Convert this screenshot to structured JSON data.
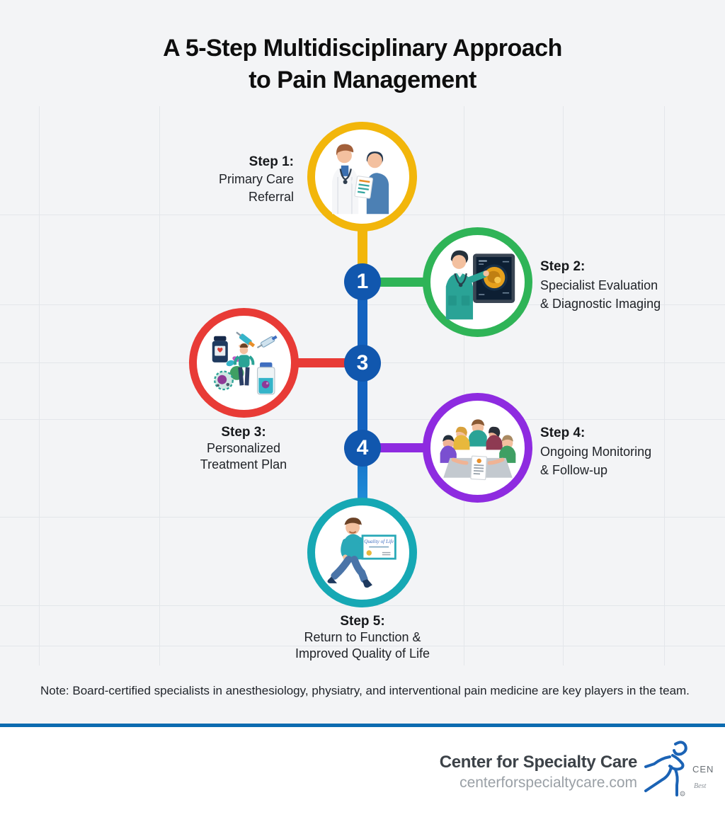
{
  "title": {
    "line1": "A 5-Step Multidisciplinary Approach",
    "line2": "to Pain Management"
  },
  "steps": [
    {
      "num": "1",
      "label": "Step 1:",
      "desc1": "Primary Care",
      "desc2": "Referral",
      "color": "#F2B60B",
      "icon": "doctor-referral"
    },
    {
      "num": "2",
      "label": "Step 2:",
      "desc1": "Specialist Evaluation",
      "desc2": "& Diagnostic Imaging",
      "color": "#2FB457",
      "icon": "specialist-imaging"
    },
    {
      "num": "3",
      "label": "Step 3:",
      "desc1": "Personalized",
      "desc2": "Treatment Plan",
      "color": "#E83B36",
      "icon": "treatment-options"
    },
    {
      "num": "4",
      "label": "Step 4:",
      "desc1": "Ongoing Monitoring",
      "desc2": "& Follow-up",
      "color": "#8E2BE0",
      "icon": "care-team-meeting"
    },
    {
      "num": "5",
      "label": "Step 5:",
      "desc1": "Return to Function &",
      "desc2": "Improved Quality of Life",
      "color": "#16A8B4",
      "icon": "walking-with-certificate"
    }
  ],
  "timeline": {
    "line_color": "#1463C0",
    "line_color_bottom": "#1F8ED8",
    "badge_color": "#1157AE",
    "badges": [
      "1",
      "3",
      "4"
    ]
  },
  "certificate_text": "Quality of Life",
  "note": "Note: Board-certified specialists in anesthesiology, physiatry, and interventional pain medicine are key players in the team.",
  "footer": {
    "brand": "Center for Specialty Care",
    "website": "centerforspecialtycare.com",
    "logo_text": "CEN",
    "logo_tagline": "Best",
    "divider_color": "#0C6BB0",
    "logo_color": "#1B63B5",
    "background": "#FFFFFF"
  },
  "canvas_background": "#F3F4F6"
}
